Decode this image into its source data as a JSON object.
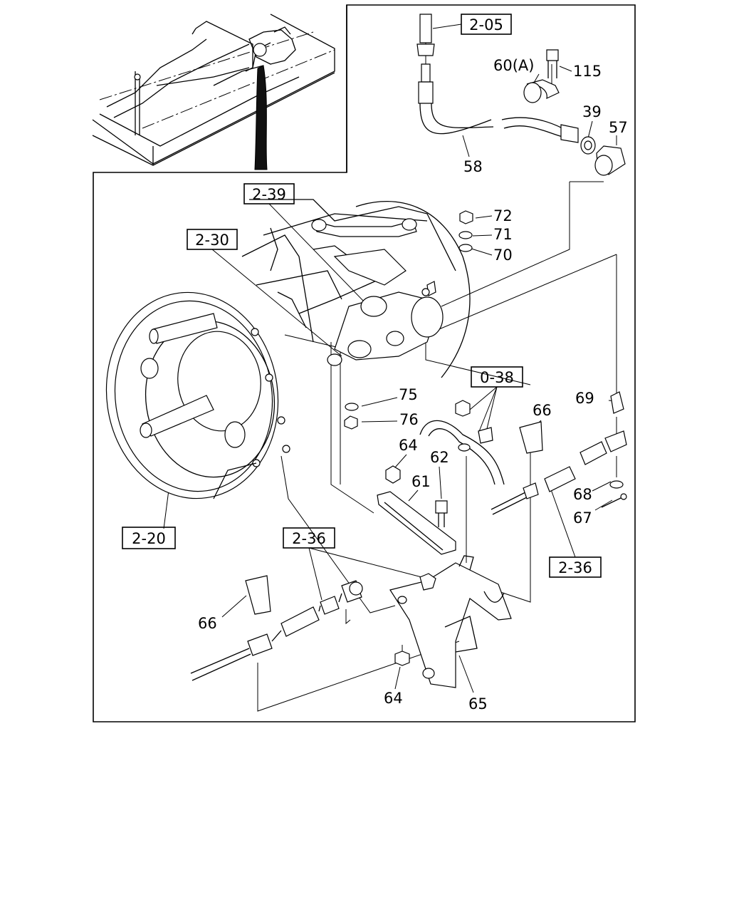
{
  "callouts": {
    "ref_2_05": "2-05",
    "ref_2_39": "2-39",
    "ref_2_30": "2-30",
    "ref_0_38": "0-38",
    "ref_2_20": "2-20",
    "ref_2_36_left": "2-36",
    "ref_2_36_right": "2-36"
  },
  "parts": {
    "p60a": "60(A)",
    "p115": "115",
    "p39": "39",
    "p57": "57",
    "p58": "58",
    "p72": "72",
    "p71": "71",
    "p70": "70",
    "p75": "75",
    "p76": "76",
    "p64_top": "64",
    "p62": "62",
    "p61": "61",
    "p69": "69",
    "p66_right": "66",
    "p68": "68",
    "p67": "67",
    "p66_left": "66",
    "p64_bottom": "64",
    "p65": "65"
  }
}
